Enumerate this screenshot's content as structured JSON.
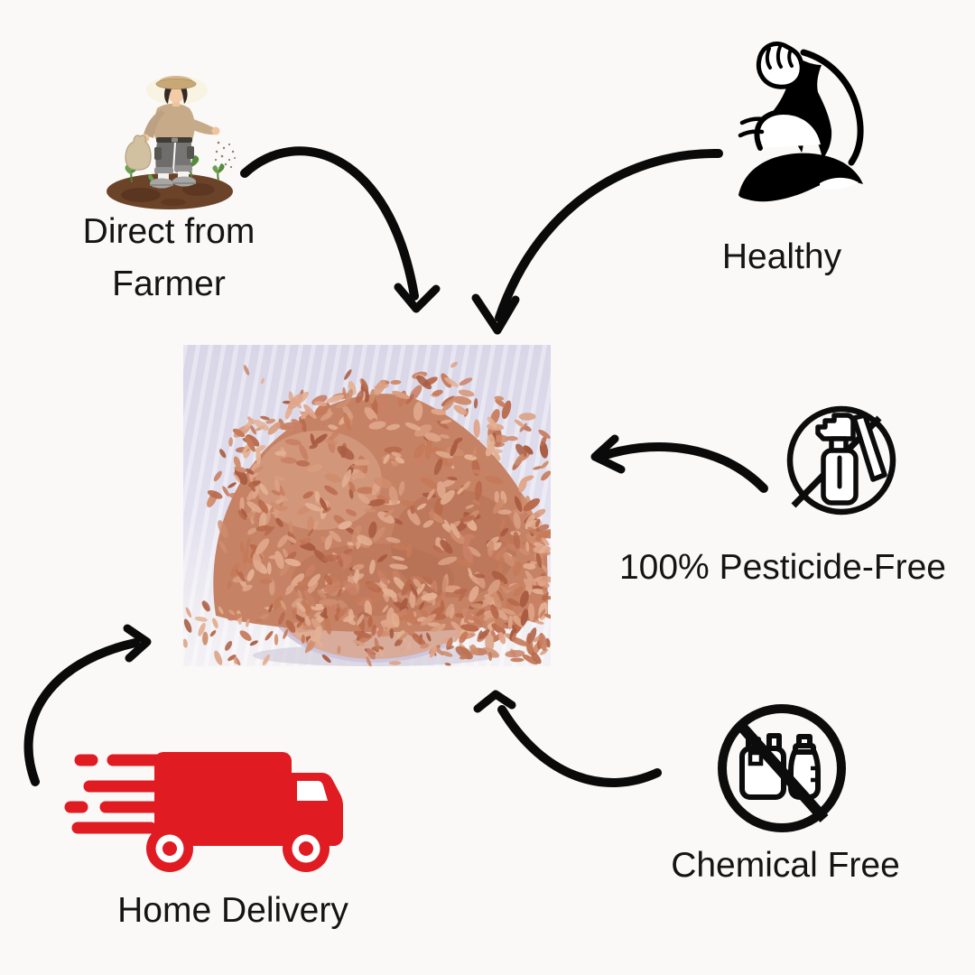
{
  "canvas": {
    "background": "#fbf9f7",
    "text_color": "#141414",
    "arrow_color": "#0a0a0a"
  },
  "features": {
    "farmer": {
      "label_line1": "Direct from",
      "label_line2": "Farmer",
      "icon": "farmer-sowing-icon"
    },
    "healthy": {
      "label": "Healthy",
      "icon": "bicep-flex-icon"
    },
    "pesticide": {
      "label": "100% Pesticide-Free",
      "icon": "no-pesticide-spray-icon"
    },
    "chemical": {
      "label": "Chemical Free",
      "icon": "no-chemicals-icon"
    },
    "delivery": {
      "label": "Home Delivery",
      "icon": "delivery-truck-icon",
      "truck_color": "#e01b22"
    }
  },
  "center_image": {
    "subject": "red rice flakes (poha) heaped in a glass bowl on white cloth",
    "palette": [
      "#d99d80",
      "#cf8d6d",
      "#c57a59",
      "#b96a4c",
      "#e4b093",
      "#c98064",
      "#a95c42",
      "#dfa58a"
    ],
    "mound_base": "#c68264",
    "bowl_fill": "#d8ab9b",
    "bowl_rim": "#cfc6dd"
  }
}
